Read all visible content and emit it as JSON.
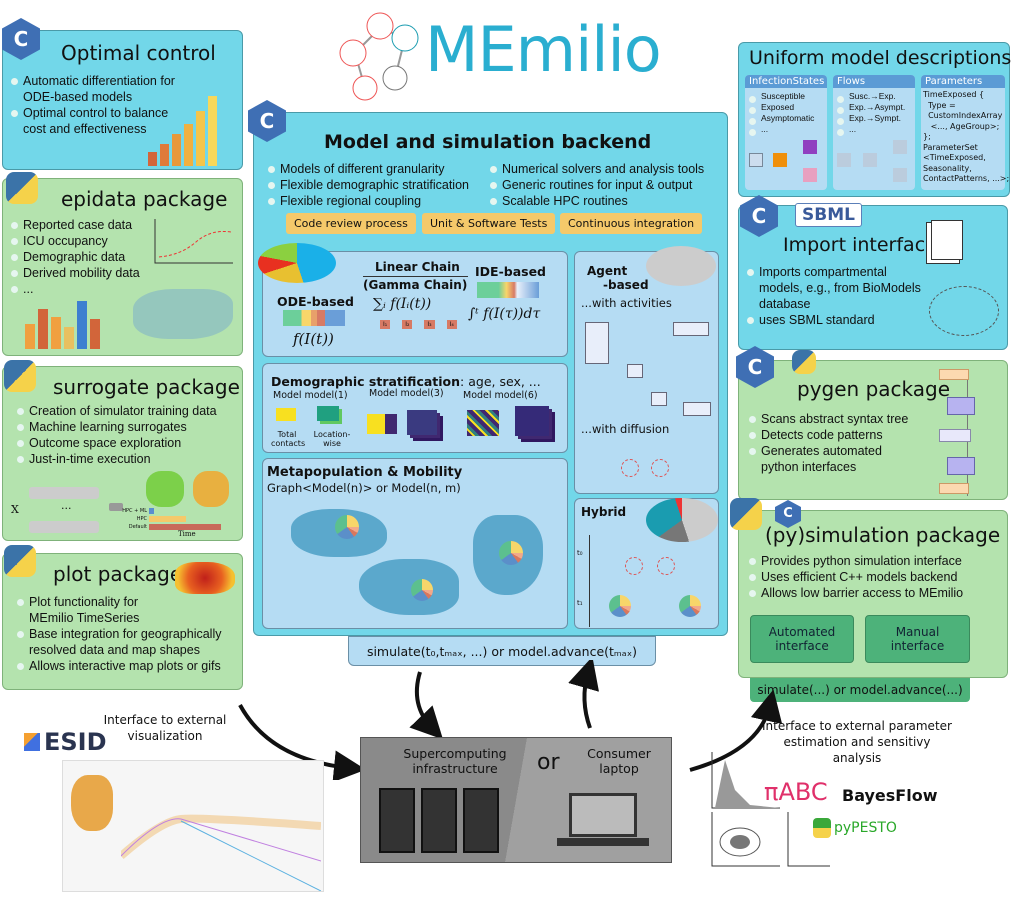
{
  "logo": {
    "text": "MEmilio"
  },
  "optimal_control": {
    "title": "Optimal control",
    "items": [
      "Automatic differentiation for ODE-based models",
      "Optimal control to balance cost and effectiveness"
    ]
  },
  "epidata": {
    "title": "epidata package",
    "items": [
      "Reported case data",
      "ICU occupancy",
      "Demographic data",
      "Derived mobility data",
      "..."
    ]
  },
  "surrogate": {
    "title": "surrogate package",
    "items": [
      "Creation of simulator training data",
      "Machine learning surrogates",
      "Outcome space exploration",
      "Just-in-time execution"
    ],
    "diagram": {
      "x_label": "X",
      "dots": "...",
      "chart_labels": [
        "HPC + ML",
        "HPC",
        "Default"
      ],
      "time_label": "Time"
    }
  },
  "plot": {
    "title": "plot package",
    "items": [
      "Plot functionality for MEmilio TimeSeries",
      "Base integration for geographically resolved data and map shapes",
      "Allows interactive map plots or gifs"
    ]
  },
  "backend": {
    "title": "Model and simulation backend",
    "items_left": [
      "Models of different granularity",
      "Flexible demographic stratification",
      "Flexible regional coupling"
    ],
    "items_right": [
      "Numerical solvers and analysis tools",
      "Generic routines for input & output",
      "Scalable HPC routines"
    ],
    "tags": [
      "Code review process",
      "Unit & Software Tests",
      "Continuous integration"
    ],
    "ode": {
      "label": "ODE-based",
      "formula": "f(I(t))",
      "chain_label1": "Linear Chain",
      "chain_label2": "(Gamma Chain)",
      "chain_formula": "∑ᵢ f(Iᵢ(t))",
      "chain_nodes": [
        "I₁",
        "I₂",
        "I₃",
        "I₄"
      ],
      "ide_label": "IDE-based",
      "ide_formula": "∫ᵗ f(I(τ))dτ"
    },
    "demographic": {
      "title": "Demographic stratification",
      "subtitle": ": age, sex, ...",
      "models": [
        "Model model(1)",
        "Model model(3)",
        "Model model(6)"
      ],
      "labels": [
        "Total contacts",
        "Location-wise"
      ]
    },
    "metapop": {
      "title": "Metapopulation & Mobility",
      "subtitle": "Graph<Model(n)> or Model(n, m)"
    },
    "agent": {
      "title1": "Agent",
      "title2": "-based",
      "activities": "...with activities",
      "diffusion": "...with diffusion"
    },
    "hybrid": {
      "title": "Hybrid",
      "t0": "t₀",
      "t1": "t₁"
    },
    "simulate": "simulate(t₀,tₘₐₓ, ...)  or  model.advance(tₘₐₓ)"
  },
  "uniform": {
    "title": "Uniform model descriptions",
    "infection_states": {
      "header": "InfectionStates",
      "items": [
        "Susceptible",
        "Exposed",
        "Asymptomatic",
        "..."
      ]
    },
    "flows": {
      "header": "Flows",
      "items": [
        "Susc.→Exp.",
        "Exp.→Asympt.",
        "Exp.→Sympt.",
        "..."
      ]
    },
    "parameters": {
      "header": "Parameters",
      "code": [
        "TimeExposed {",
        "  Type =",
        "  CustomIndexArray",
        "   <..., AgeGroup>;",
        "};",
        "ParameterSet",
        "<TimeExposed,",
        "Seasonality,",
        "ContactPatterns, ...>;"
      ]
    }
  },
  "import": {
    "title": "Import interface",
    "sbml_logo": "SBML",
    "items": [
      "Imports compartmental models, e.g., from BioModels database",
      "uses SBML standard"
    ]
  },
  "pygen": {
    "title": "pygen package",
    "items": [
      "Scans abstract syntax tree",
      "Detects code patterns",
      "Generates automated python interfaces"
    ]
  },
  "pysim": {
    "title": "(py)simulation package",
    "items": [
      "Provides python simulation interface",
      "Uses efficient C++ models backend",
      "Allows low barrier access to MEmilio"
    ],
    "buttons": [
      "Automated interface",
      "Manual interface"
    ],
    "simulate": "simulate(...)  or model.advance(...)"
  },
  "compute": {
    "left": "Supercomputing infrastructure",
    "or": "or",
    "right": "Consumer laptop"
  },
  "esid": {
    "logo": "ESID",
    "caption": "Interface to external visualization"
  },
  "param_est": {
    "caption": "Interface to external parameter estimation and sensitivy analysis",
    "tools": [
      "πABC",
      "BayesFlow",
      "pyPESTO"
    ]
  },
  "colors": {
    "cyan_box": "#72d7e9",
    "green_box": "#b4e3ae",
    "inner_box": "#b5dcf3",
    "tag": "#f5c96a",
    "button": "#4db27a",
    "gray_box": "#8a8a8a"
  }
}
